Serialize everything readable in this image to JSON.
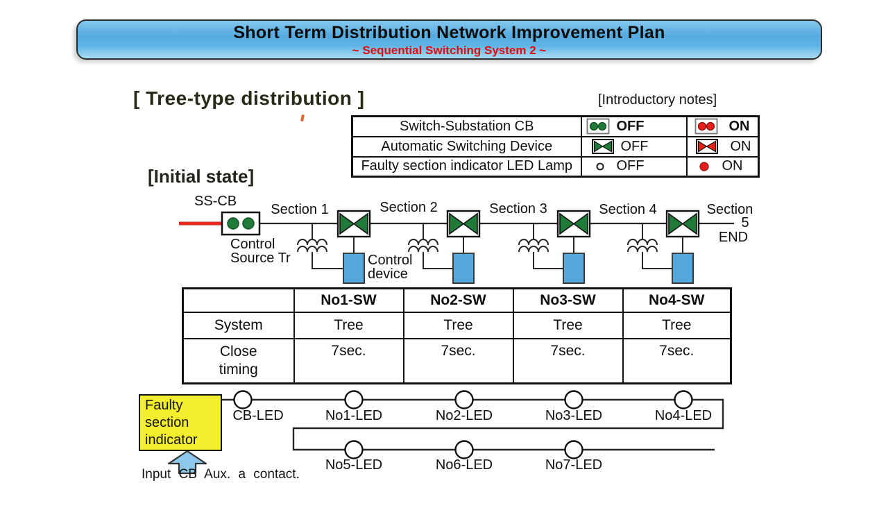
{
  "banner": {
    "title": "Short Term Distribution Network Improvement Plan",
    "subtitle": "~ Sequential Switching System 2 ~"
  },
  "headings": {
    "tree_type": "[ Tree-type distribution ]",
    "introductory_notes": "[Introductory notes]",
    "initial_state": "[Initial state]"
  },
  "legend": {
    "rows": [
      {
        "label": "Switch-Substation CB",
        "off_label": "OFF",
        "on_label": "ON"
      },
      {
        "label": "Automatic Switching Device",
        "off_label": "OFF",
        "on_label": "ON"
      },
      {
        "label": "Faulty section indicator LED Lamp",
        "off_label": "OFF",
        "on_label": "ON"
      }
    ]
  },
  "diagram": {
    "ss_cb": "SS-CB",
    "sections": [
      "Section 1",
      "Section 2",
      "Section 3",
      "Section 4"
    ],
    "section5_line1": "Section",
    "section5_line2": "5",
    "end_label": "END",
    "control_source_line1": "Control",
    "control_source_line2": "Source Tr",
    "control_device_line1": "Control",
    "control_device_line2": "device"
  },
  "sw_table": {
    "headers": [
      "",
      "No1-SW",
      "No2-SW",
      "No3-SW",
      "No4-SW"
    ],
    "rows": [
      {
        "label": "System",
        "values": [
          "Tree",
          "Tree",
          "Tree",
          "Tree"
        ]
      },
      {
        "label": "Close timing",
        "values": [
          "7sec.",
          "7sec.",
          "7sec.",
          "7sec."
        ]
      }
    ]
  },
  "led_panel": {
    "box_line1": "Faulty",
    "box_line2": "section",
    "box_line3": "indicator",
    "row1": [
      "CB-LED",
      "No1-LED",
      "No2-LED",
      "No3-LED",
      "No4-LED"
    ],
    "row2": [
      "No5-LED",
      "No6-LED",
      "No7-LED"
    ],
    "input_note": "Input CB Aux. a contact."
  },
  "colors": {
    "banner_blue": "#55abdf",
    "subtitle_red": "#e20a0a",
    "feed_red": "#e62a1d",
    "switch_off_green": "#1f7b37",
    "switch_on_red": "#e7211a",
    "control_device_blue": "#55a8db",
    "indicator_yellow": "#f3ef2c",
    "led_on_red": "#e7211a"
  }
}
